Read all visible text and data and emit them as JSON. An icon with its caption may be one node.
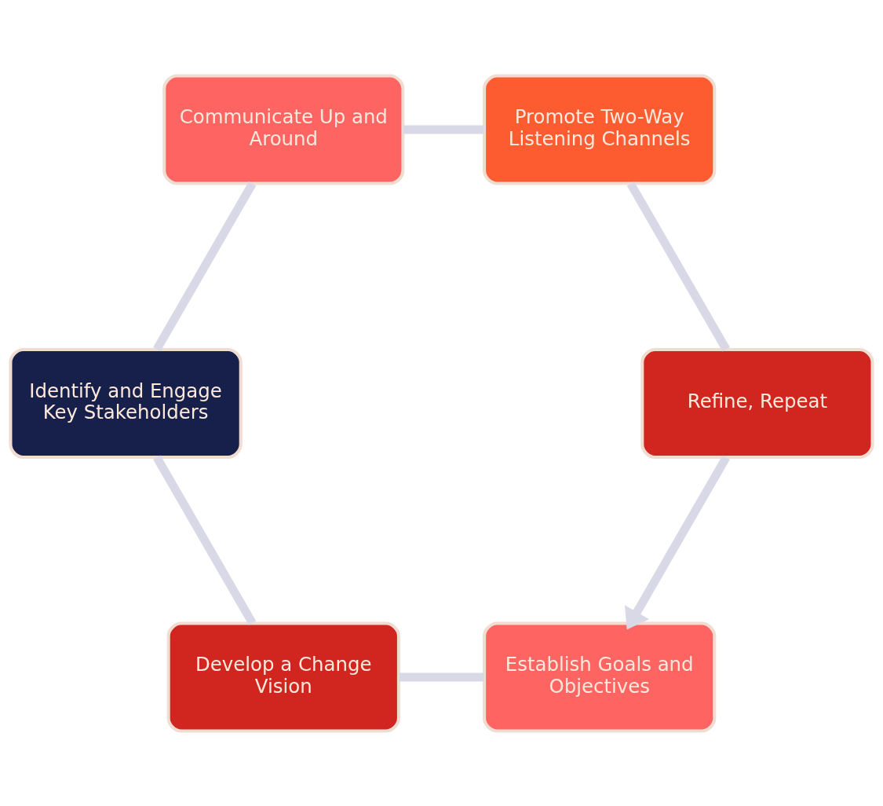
{
  "diagram": {
    "nodes": [
      {
        "text": [
          "Establish Goals and Objectives"
        ]
      },
      {
        "text": [
          "Develop a Change Vision"
        ]
      },
      {
        "text": [
          "Identify and Engage Key Stakeholders"
        ]
      },
      {
        "text": [
          "Communicate Up and Around"
        ]
      },
      {
        "text": [
          "Promote Two-Way Listening Channels"
        ]
      },
      {
        "text": [
          "Refine, Repeat"
        ]
      }
    ],
    "edges": [
      {
        "from": 0,
        "to": 1,
        "arrow": "none"
      },
      {
        "from": 1,
        "to": 2,
        "arrow": "none"
      },
      {
        "from": 2,
        "to": 3,
        "arrow": "none"
      },
      {
        "from": 3,
        "to": 4,
        "arrow": "none"
      },
      {
        "from": 4,
        "to": 5,
        "arrow": "none"
      },
      {
        "from": 5,
        "to": 0,
        "arrow": "to"
      }
    ]
  }
}
